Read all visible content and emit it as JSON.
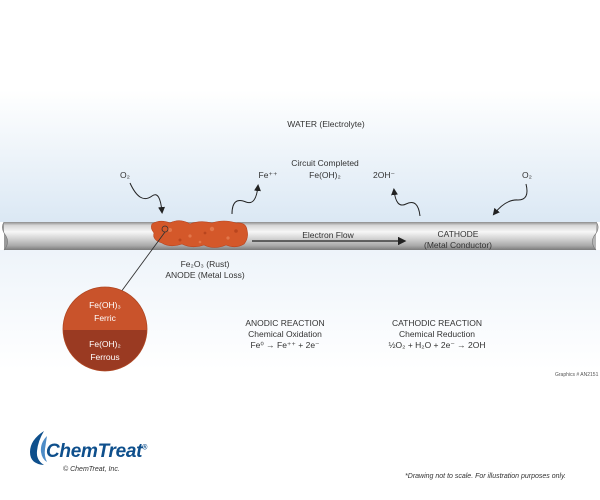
{
  "diagram": {
    "water_label": "WATER (Electrolyte)",
    "o2_left": "O₂",
    "o2_right": "O₂",
    "fe_ion": "Fe⁺⁺",
    "circuit_completed": "Circuit Completed",
    "fe_oh2_center": "Fe(OH)₂",
    "hydroxide": "2OH⁻",
    "electron_flow": "Electron Flow",
    "cathode_title": "CATHODE",
    "cathode_subtitle": "(Metal Conductor)",
    "rust_label": "Fe₂O₃ (Rust)",
    "anode_label": "ANODE (Metal Loss)",
    "circle_top_formula": "Fe(OH)₃",
    "circle_top_name": "Ferric",
    "circle_bottom_formula": "Fe(OH)₂",
    "circle_bottom_name": "Ferrous",
    "anodic_title": "ANODIC REACTION",
    "anodic_type": "Chemical Oxidation",
    "anodic_equation": "Fe⁰ → Fe⁺⁺ + 2e⁻",
    "cathodic_title": "CATHODIC REACTION",
    "cathodic_type": "Chemical Reduction",
    "cathodic_equation": "½O₂ + H₂O + 2e⁻ → 2OH",
    "graphics_id": "Graphics # AN2151"
  },
  "footer": {
    "brand": "ChemTreat",
    "trademark": "®",
    "copyright": "© ChemTreat, Inc.",
    "disclaimer": "*Drawing not to scale. For illustration purposes only."
  },
  "colors": {
    "water_top": "#ffffff",
    "water_bottom": "#dde9f4",
    "pipe_light": "#f2f2f2",
    "pipe_mid": "#c6c6c6",
    "pipe_dark": "#8a8a8a",
    "rust": "#d4582a",
    "ferric": "#c9532b",
    "ferrous": "#9a3a22",
    "brand_blue": "#0e4f8c"
  },
  "icons": [
    "curved-arrow-icon",
    "water-drop-icon"
  ]
}
